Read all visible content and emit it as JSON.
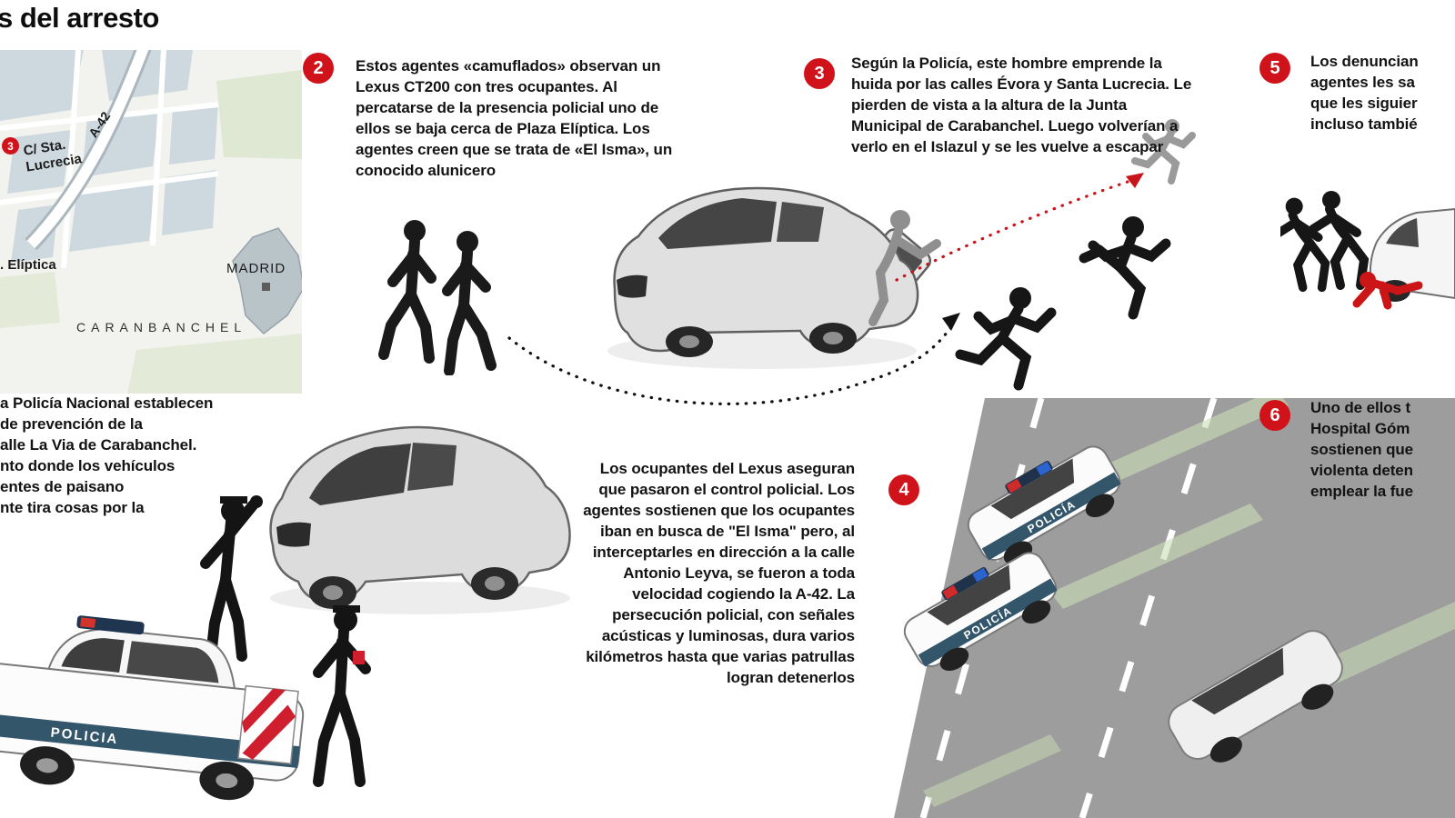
{
  "title": "s del arresto",
  "map": {
    "highway_label": "A-42",
    "street_label_line1": "C/ Sta.",
    "street_label_line2": "Lucrecia",
    "marker_number": "3",
    "plaza_label": ". Elíptica",
    "city_label": "MADRID",
    "district_label": "CARANBANCHEL"
  },
  "steps": {
    "s1": {
      "lines": [
        "a Policía Nacional establecen",
        "de prevención de la",
        "alle La Via de Carabanchel.",
        "nto donde los vehículos",
        "entes de paisano",
        "nte tira cosas por la"
      ]
    },
    "s2": {
      "number": "2",
      "text": "Estos agentes «camuflados» observan un Lexus CT200 con tres ocupantes. Al percatarse de la presencia policial uno de ellos se baja cerca de Plaza Elíptica. Los agentes creen que se trata de «El Isma», un conocido alunicero"
    },
    "s3": {
      "number": "3",
      "text": "Según la Policía, este hombre emprende la huida por las calles Évora y Santa Lucrecia. Le pierden de vista a la altura de la Junta Municipal de Carabanchel. Luego volverían a verlo en el Islazul y se les vuelve a escapar"
    },
    "s4": {
      "number": "4",
      "text": "Los ocupantes del Lexus aseguran que pasaron el control policial. Los agentes sostienen que los ocupantes iban en busca de \"El Isma\" pero, al interceptarles en dirección a la calle Antonio Leyva, se fueron a toda velocidad cogiendo la A-42. La persecución policial, con señales acústicas y luminosas, dura varios kilómetros hasta que varias patrullas logran detenerlos"
    },
    "s5": {
      "number": "5",
      "lines": [
        "Los denuncian",
        "agentes les sa",
        "que les siguier",
        "incluso tambié"
      ]
    },
    "s6": {
      "number": "6",
      "lines": [
        "Uno de ellos t",
        "Hospital Góm",
        "sostienen que",
        "violenta deten",
        "emplear la fue"
      ]
    }
  },
  "labels": {
    "police_plain": "POLICIA",
    "police_accent": "POLICÍA"
  },
  "colors": {
    "badge_red": "#d0121a",
    "police_stripe_blue": "#33566b",
    "silhouette_black": "#1a1a1a",
    "victim_red": "#cc1517",
    "road_gray": "#9d9d9d"
  }
}
